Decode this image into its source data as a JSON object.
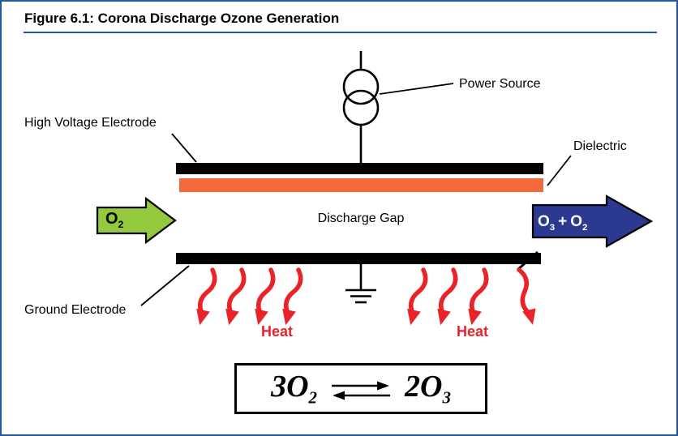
{
  "figure": {
    "title": "Figure 6.1: Corona Discharge Ozone Generation"
  },
  "labels": {
    "power_source": "Power Source",
    "high_voltage_electrode": "High Voltage Electrode",
    "dielectric": "Dielectric",
    "discharge_gap": "Discharge Gap",
    "ground_electrode": "Ground Electrode",
    "heat_left": "Heat",
    "heat_right": "Heat"
  },
  "flows": {
    "input": {
      "base": "O",
      "sub": "2"
    },
    "output": {
      "base1": "O",
      "sub1": "3",
      "plus": "+",
      "base2": "O",
      "sub2": "2"
    }
  },
  "equation": {
    "lhs_base": "3O",
    "lhs_sub": "2",
    "rhs_base": "2O",
    "rhs_sub": "3"
  },
  "colors": {
    "frame_blue": "#2157A6",
    "electrode_black": "#000000",
    "dielectric_orange": "#F4693C",
    "input_arrow_green": "#94C83D",
    "output_arrow_navy": "#2B3990",
    "heat_red": "#E8232A"
  }
}
